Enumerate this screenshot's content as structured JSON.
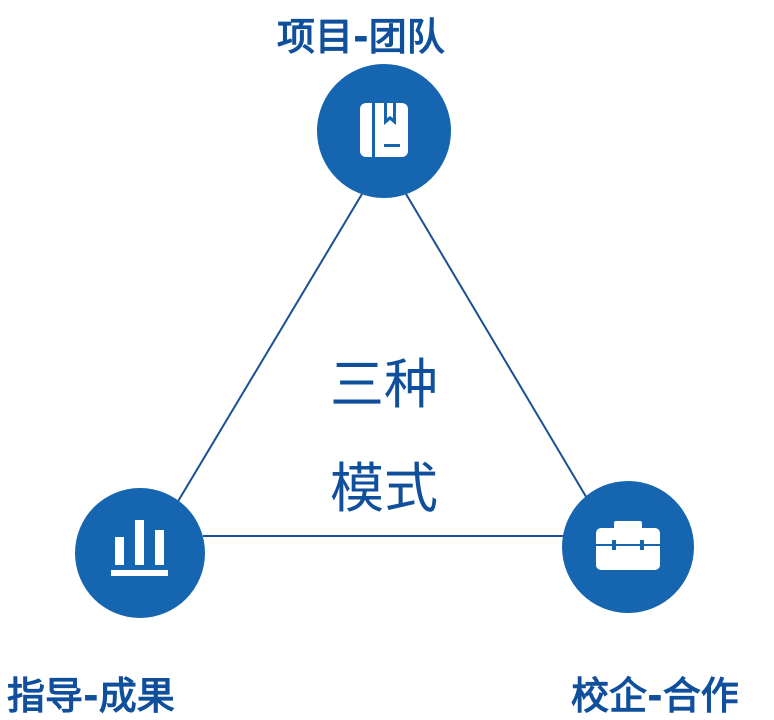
{
  "nodes": {
    "top": {
      "label": "项目-团队",
      "icon": "book-icon"
    },
    "left": {
      "label": "指导-成果",
      "icon": "bar-chart-icon"
    },
    "right": {
      "label": "校企-合作",
      "icon": "briefcase-icon"
    }
  },
  "center": {
    "line1": "三种",
    "line2": "模式"
  },
  "colors": {
    "primary": "#1565b0",
    "text": "#0f4f9c"
  }
}
